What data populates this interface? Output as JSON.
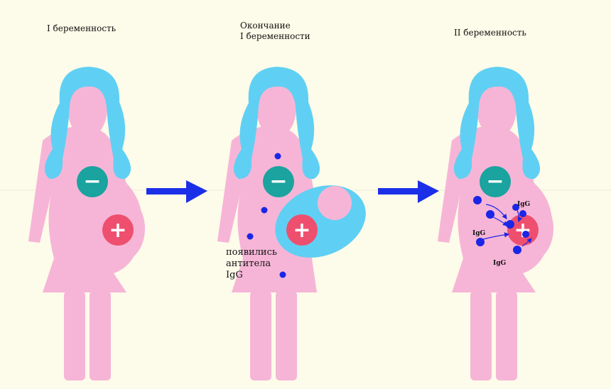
{
  "stages": [
    {
      "label": "I беременность"
    },
    {
      "label": "Окончание\nI беременности"
    },
    {
      "label": "II беременность"
    }
  ],
  "annotations": {
    "antibodies_appeared": "появились\nантитела\nIgG",
    "igg": [
      "IgG",
      "IgG",
      "IgG"
    ]
  },
  "symbols": {
    "minus": "−",
    "plus": "+"
  },
  "icons": {
    "mother_rh": "minus-circle-icon",
    "fetus_rh": "plus-circle-icon",
    "transition": "arrow-right-icon",
    "antibody": "dot-icon"
  },
  "colors": {
    "background": "#fdfbe9",
    "body": "#f6b5d7",
    "hair": "#5fd0f3",
    "minus_circle": "#1aa39f",
    "plus_circle": "#ef4f6f",
    "arrow": "#1b2fe8",
    "antibody": "#1b26e6"
  }
}
